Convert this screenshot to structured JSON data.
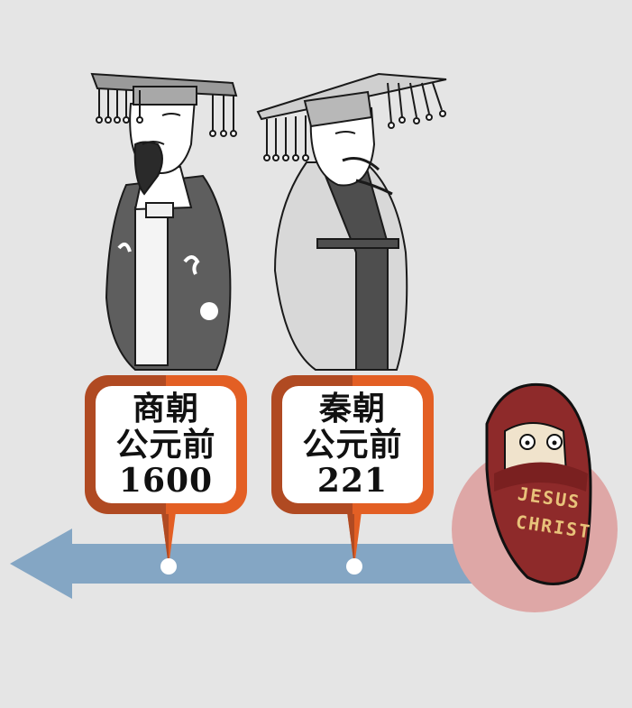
{
  "timeline": {
    "direction": "left",
    "arrow_color": "#84a6c4",
    "background_color": "#e5e5e5",
    "events": [
      {
        "dynasty": "商朝",
        "era_label": "公元前",
        "year": "1600",
        "figure": "shang-emperor-illustration"
      },
      {
        "dynasty": "秦朝",
        "era_label": "公元前",
        "year": "221",
        "figure": "qin-emperor-illustration"
      }
    ],
    "endpoint": {
      "figure": "baby-jesus-illustration",
      "blanket_text_line1": "JESUS",
      "blanket_text_line2": "CHRIST",
      "circle_color": "#dea7a6",
      "blanket_color": "#8e2a2a"
    },
    "callout_colors": {
      "dark": "#b04a22",
      "light": "#e35f24"
    }
  }
}
